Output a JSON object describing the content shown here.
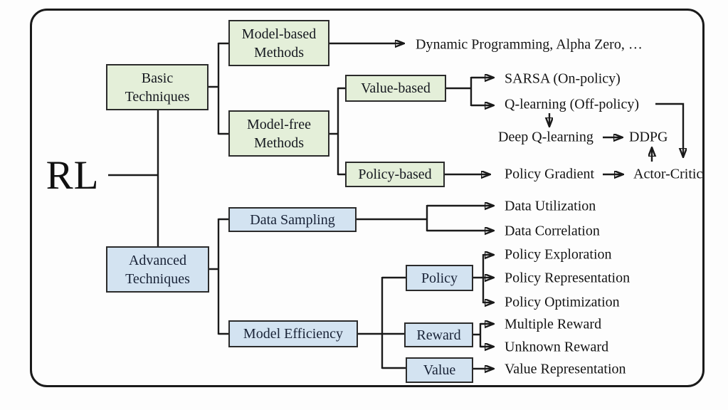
{
  "diagram": {
    "root_label": "RL",
    "boxes": {
      "basic": "Basic\nTechniques",
      "model_based": "Model-based\nMethods",
      "model_free": "Model-free\nMethods",
      "value_based": "Value-based",
      "policy_based": "Policy-based",
      "advanced": "Advanced\nTechniques",
      "data_sampling": "Data Sampling",
      "model_efficiency": "Model Efficiency",
      "policy": "Policy",
      "reward": "Reward",
      "value": "Value"
    },
    "leaves": {
      "dynamic_programming": "Dynamic Programming, Alpha Zero, …",
      "sarsa": "SARSA (On-policy)",
      "q_learning": "Q-learning (Off-policy)",
      "deep_q_learning": "Deep Q-learning",
      "ddpg": "DDPG",
      "policy_gradient": "Policy Gradient",
      "actor_critic": "Actor-Critic",
      "data_utilization": "Data Utilization",
      "data_correlation": "Data Correlation",
      "policy_exploration": "Policy Exploration",
      "policy_representation": "Policy Representation",
      "policy_optimization": "Policy Optimization",
      "multiple_reward": "Multiple Reward",
      "unknown_reward": "Unknown Reward",
      "value_representation": "Value Representation"
    },
    "colors": {
      "basic_branch_fill": "#e4efd9",
      "advanced_branch_fill": "#d3e3f1",
      "line": "#1a1a1a",
      "box_border": "#2b2b2b",
      "background": "#fdfdfd"
    }
  }
}
